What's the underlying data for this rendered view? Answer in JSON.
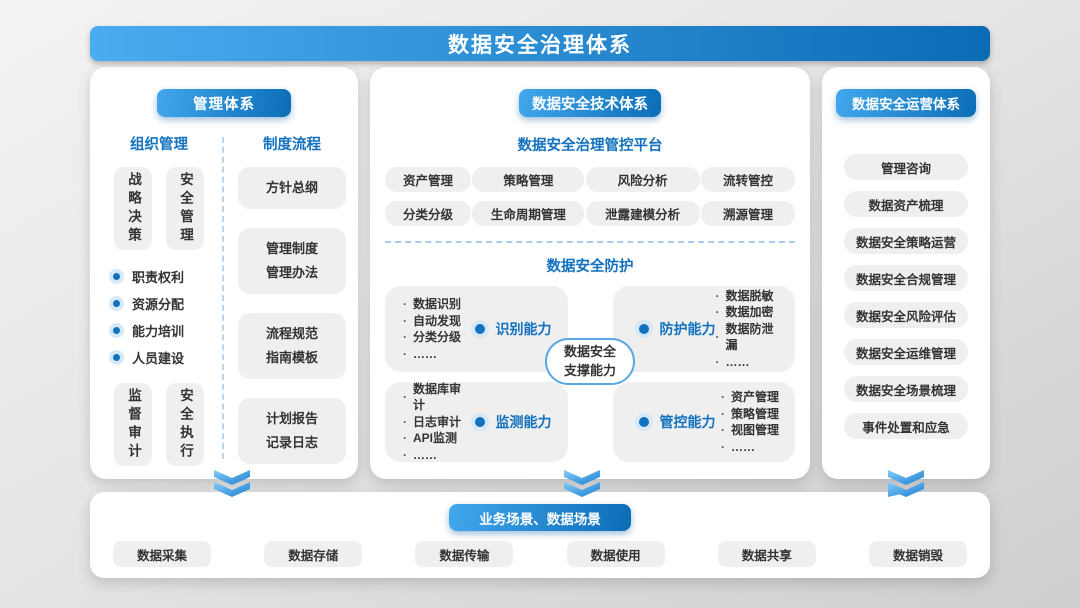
{
  "title": "数据安全治理体系",
  "left_panel": {
    "badge": "管理体系",
    "org": {
      "header": "组织管理",
      "top_boxes": [
        "战略决策",
        "安全管理"
      ],
      "bullets": [
        "职责权利",
        "资源分配",
        "能力培训",
        "人员建设"
      ],
      "bottom_boxes": [
        "监督审计",
        "安全执行"
      ]
    },
    "process": {
      "header": "制度流程",
      "boxes": [
        "方针总纲",
        "管理制度\n管理办法",
        "流程规范\n指南模板",
        "计划报告\n记录日志"
      ]
    }
  },
  "middle_panel": {
    "badge": "数据安全技术体系",
    "platform_title": "数据安全治理管控平台",
    "platform_pills_row1": [
      "资产管理",
      "策略管理",
      "风险分析",
      "流转管控"
    ],
    "platform_pills_row2": [
      "分类分级",
      "生命周期管理",
      "泄露建模分析",
      "溯源管理"
    ],
    "protection_title": "数据安全防护",
    "quadrants": [
      {
        "label": "识别能力",
        "items": [
          "数据识别",
          "自动发现",
          "分类分级",
          "……"
        ]
      },
      {
        "label": "防护能力",
        "items": [
          "数据脱敏",
          "数据加密",
          "数据防泄漏",
          "……"
        ]
      },
      {
        "label": "监测能力",
        "items": [
          "数据库审计",
          "日志审计",
          "API监测",
          "……"
        ]
      },
      {
        "label": "管控能力",
        "items": [
          "资产管理",
          "策略管理",
          "视图管理",
          "……"
        ]
      }
    ],
    "center_oval_line1": "数据安全",
    "center_oval_line2": "支撑能力"
  },
  "right_panel": {
    "badge": "数据安全运营体系",
    "items": [
      "管理咨询",
      "数据资产梳理",
      "数据安全策略运营",
      "数据安全合规管理",
      "数据安全风险评估",
      "数据安全运维管理",
      "数据安全场景梳理",
      "事件处置和应急"
    ]
  },
  "bottom_panel": {
    "badge": "业务场景、数据场景",
    "pills": [
      "数据采集",
      "数据存储",
      "数据传输",
      "数据使用",
      "数据共享",
      "数据销毁"
    ]
  },
  "colors": {
    "gradient_start": "#4bacf0",
    "gradient_end": "#0a6cb5",
    "blue_text": "#1371bd",
    "pill_bg": "#efefef",
    "dark_text": "#333333",
    "oval_border": "#58a9e2"
  }
}
